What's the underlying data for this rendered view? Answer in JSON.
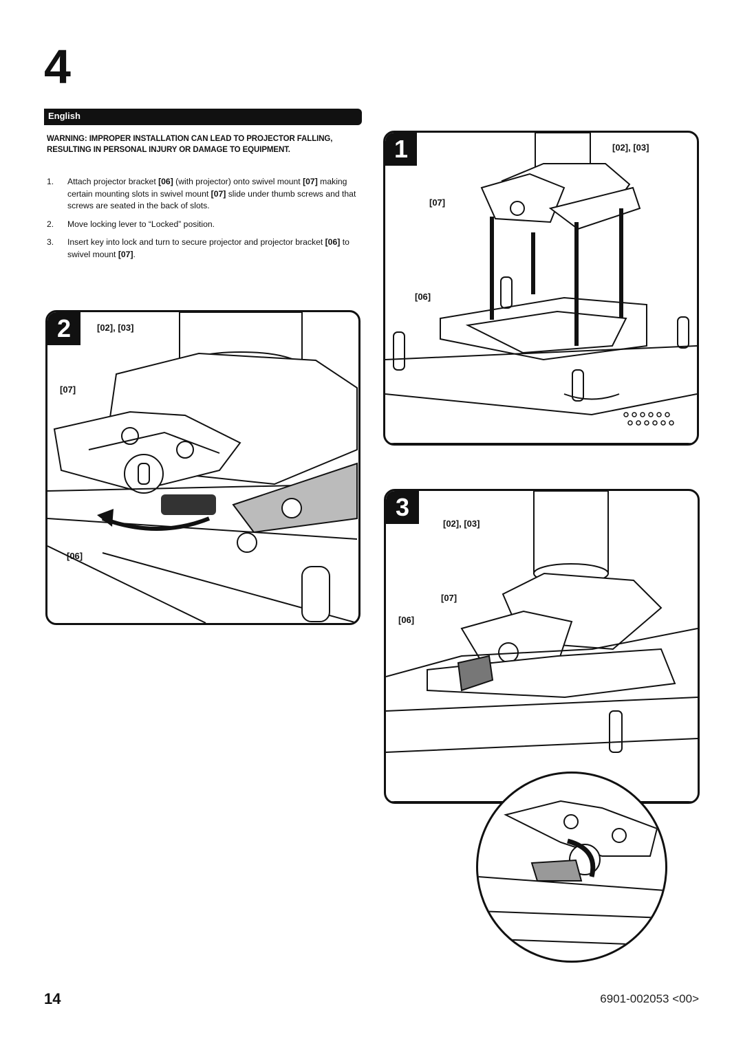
{
  "page": {
    "step_number": "4",
    "language_label": "English",
    "warning": "WARNING: IMPROPER INSTALLATION CAN LEAD TO PROJECTOR FALLING, RESULTING IN PERSONAL INJURY OR DAMAGE TO EQUIPMENT.",
    "steps": [
      {
        "num": "1.",
        "parts": [
          "Attach projector bracket ",
          "[06]",
          " (with projector) onto swivel mount ",
          "[07]",
          " making certain mounting slots in swivel mount ",
          "[07]",
          " slide under thumb screws and that screws are seated in the back of slots."
        ]
      },
      {
        "num": "2.",
        "parts": [
          "Move locking lever to “Locked” position."
        ]
      },
      {
        "num": "3.",
        "parts": [
          "Insert key into lock and turn to secure projector and projector bracket ",
          "[06]",
          " to swivel mount ",
          "[07]",
          "."
        ]
      }
    ],
    "footer": {
      "page_number": "14",
      "doc_number": "6901-002053 <00>"
    }
  },
  "figures": {
    "fig1": {
      "badge": "1",
      "callouts": [
        "[02], [03]",
        "[07]",
        "[06]"
      ]
    },
    "fig2": {
      "badge": "2",
      "callouts": [
        "[02], [03]",
        "[07]",
        "[06]"
      ]
    },
    "fig3": {
      "badge": "3",
      "callouts": [
        "[02], [03]",
        "[07]",
        "[06]"
      ]
    }
  }
}
